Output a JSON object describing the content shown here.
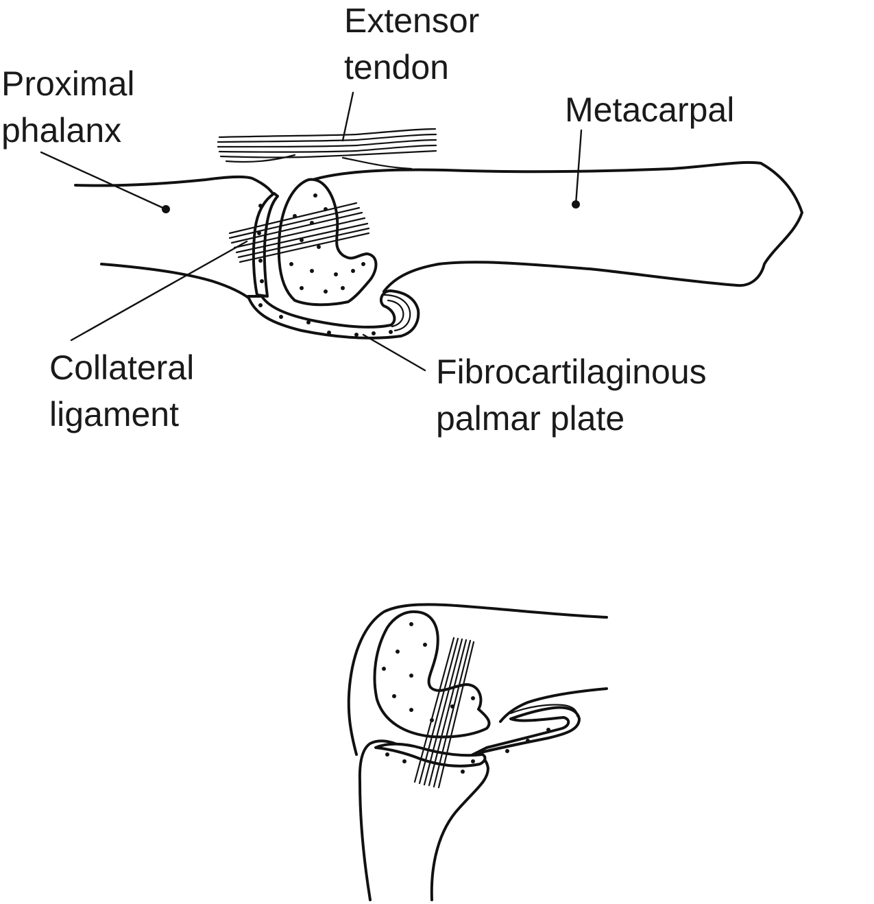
{
  "labels": {
    "proximal_phalanx": [
      "Proximal",
      "phalanx"
    ],
    "extensor_tendon": [
      "Extensor",
      "tendon"
    ],
    "metacarpal": [
      "Metacarpal"
    ],
    "collateral_ligament": [
      "Collateral",
      "ligament"
    ],
    "palmar_plate": [
      "Fibrocartilaginous",
      "palmar plate"
    ]
  }
}
